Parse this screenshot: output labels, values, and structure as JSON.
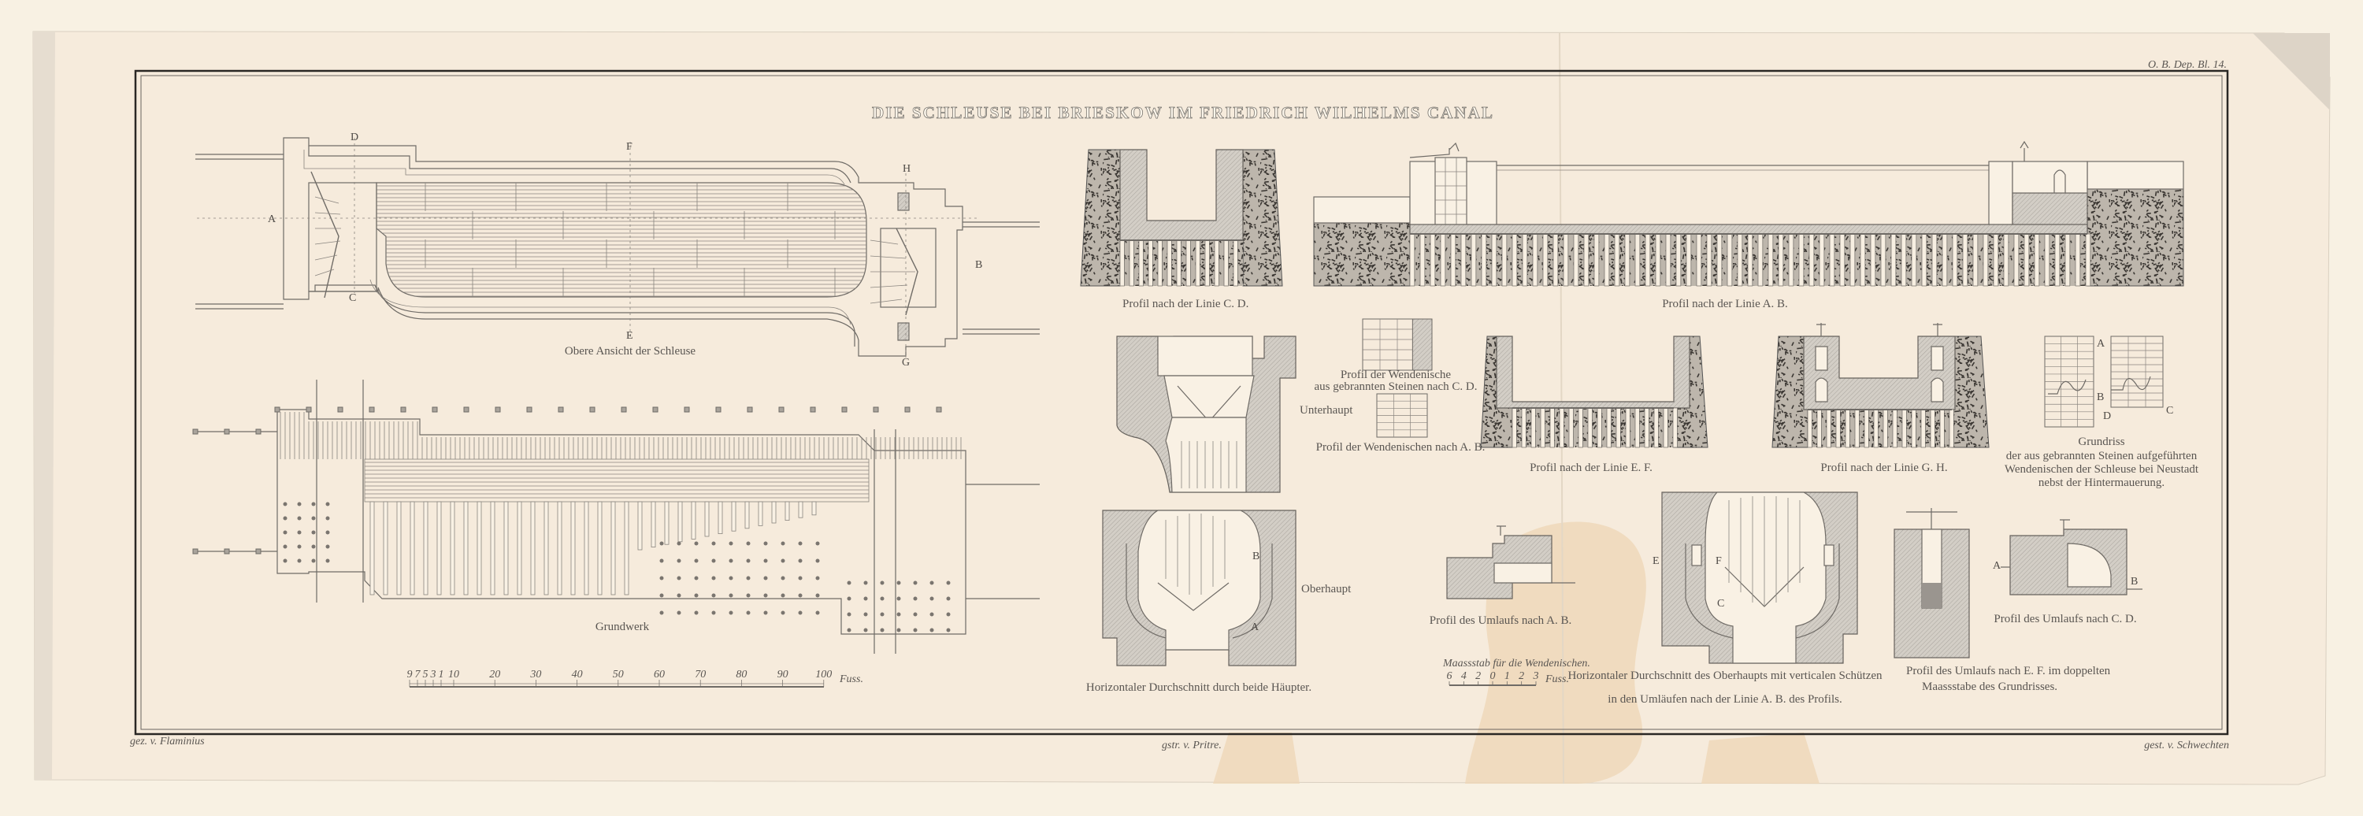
{
  "title": "DIE SCHLEUSE BEI BRIESKOW IM FRIEDRICH WILHELMS CANAL",
  "plate_number": "O. B. Dep. Bl. 14.",
  "plan_top": {
    "caption": "Obere Ansicht der Schleuse",
    "letters": {
      "a": "A",
      "b": "B",
      "c": "C",
      "d": "D",
      "e": "E",
      "f": "F",
      "g": "G",
      "h": "H"
    }
  },
  "plan_foundation": {
    "caption": "Grundwerk"
  },
  "scale_main": {
    "ticks": [
      "9",
      "7",
      "5",
      "3",
      "1",
      "10",
      "20",
      "30",
      "40",
      "50",
      "60",
      "70",
      "80",
      "90",
      "100"
    ],
    "unit": "Fuss."
  },
  "profiles": {
    "cd": "Profil nach der Linie  C. D.",
    "ab": "Profil nach der Linie  A. B.",
    "ef": "Profil nach der Linie  E. F.",
    "gh": "Profil nach der Linie  G. H."
  },
  "heads": {
    "lower": "Unterhaupt",
    "upper": "Oberhaupt"
  },
  "niche": {
    "cd_line1": "Profil der Wendenische",
    "cd_line2": "aus gebrannten Steinen nach C. D.",
    "ab": "Profil der Wendenischen nach  A. B."
  },
  "grundriss": {
    "line1": "Grundriss",
    "line2": "der aus gebrannten Steinen aufgeführten",
    "line3": "Wendenischen der Schleuse bei Neustadt",
    "line4": "nebst der Hintermauerung.",
    "letters": {
      "a": "A",
      "b": "B",
      "c": "C",
      "d": "D"
    }
  },
  "sections": {
    "both_heads": "Horizontaler Durchschnitt durch beide Häupter.",
    "upper_line1": "Horizontaler Durchschnitt des Oberhaupts mit verticalen Schützen",
    "upper_line2": "in den Umläufen nach der Linie A. B. des Profils.",
    "letters": {
      "a": "A",
      "b": "B",
      "c": "C",
      "e": "E",
      "f": "F"
    }
  },
  "culverts": {
    "ab": "Profil des Umlaufs nach  A. B.",
    "cd": "Profil des Umlaufs nach  C. D.",
    "ef_line1": "Profil des Umlaufs nach E. F. im doppelten",
    "ef_line2": "Maassstabe des Grundrisses."
  },
  "scale_niche": {
    "caption": "Maassstab für die Wendenischen.",
    "ticks": [
      "6",
      "4",
      "2",
      "0",
      "1",
      "2",
      "3"
    ],
    "unit": "Fuss."
  },
  "signatures": {
    "drawn": "gez. v. Flaminius",
    "engraved_text": "gstr. v. Pritre.",
    "engraved": "gest. v. Schwechten"
  },
  "colors": {
    "paper": "#f6ebdc",
    "ink": "#6f6b66",
    "stain": "#efd8b8"
  }
}
